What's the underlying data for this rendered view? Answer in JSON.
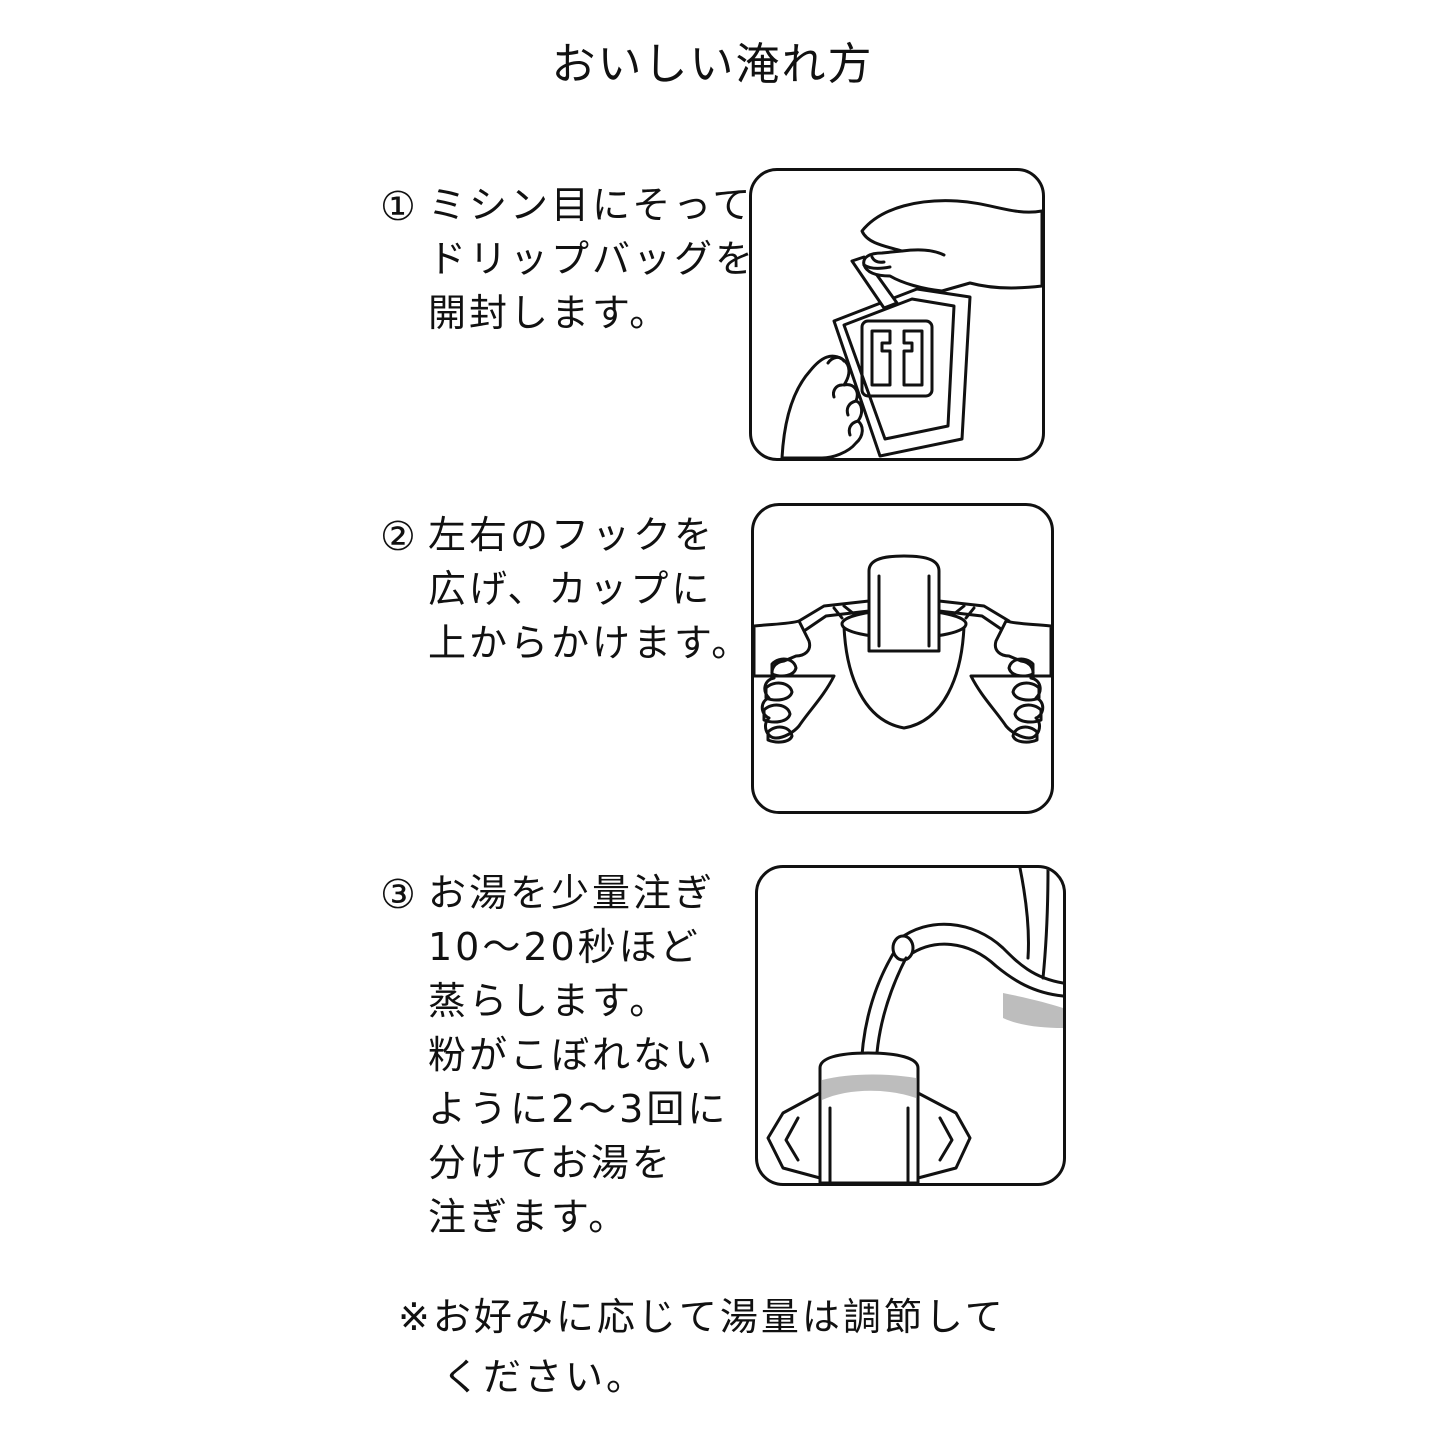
{
  "title": "おいしい淹れ方",
  "steps": [
    {
      "number": "①",
      "lines": [
        "ミシン目にそって",
        "ドリップバッグを",
        "開封します。"
      ],
      "illustration": "hands-opening-drip-bag"
    },
    {
      "number": "②",
      "lines": [
        "左右のフックを",
        "広げ、カップに",
        "上からかけます。"
      ],
      "illustration": "hands-hooking-drip-bag-on-cup"
    },
    {
      "number": "③",
      "lines": [
        "お湯を少量注ぎ",
        "10〜20秒ほど",
        "蒸らします。",
        "粉がこぼれない",
        "ように2〜3回に",
        "分けてお湯を",
        "注ぎます。"
      ],
      "illustration": "kettle-pouring-into-drip-bag"
    }
  ],
  "note": {
    "lines": [
      "※お好みに応じて湯量は調節して",
      "ください。"
    ]
  }
}
